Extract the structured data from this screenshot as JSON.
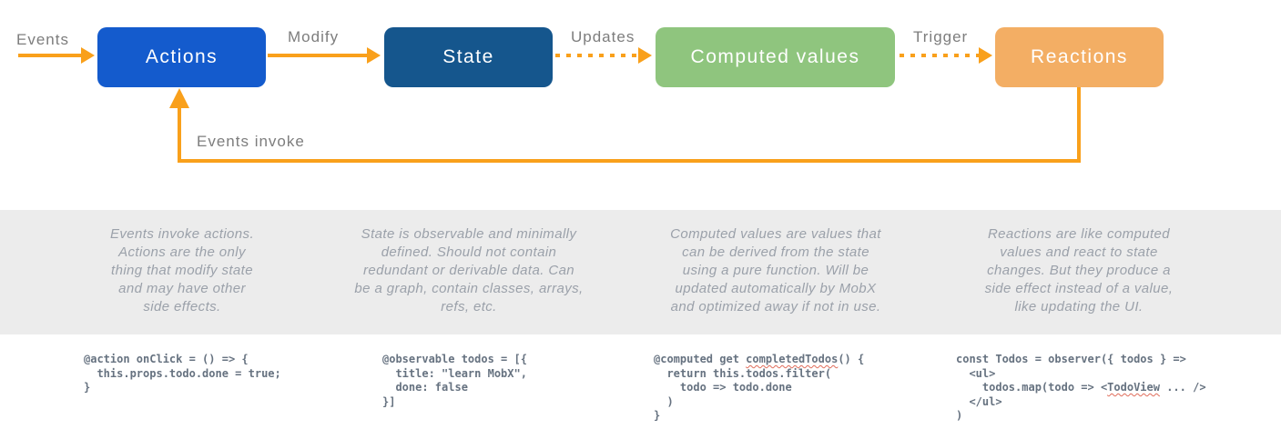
{
  "diagram": {
    "arrow_color": "#F9A01B",
    "labels": {
      "events": "Events",
      "modify": "Modify",
      "updates": "Updates",
      "trigger": "Trigger",
      "events_invoke": "Events invoke"
    },
    "boxes": [
      {
        "label": "Actions",
        "color": "#145BCD"
      },
      {
        "label": "State",
        "color": "#15568D"
      },
      {
        "label": "Computed values",
        "color": "#8FC57E"
      },
      {
        "label": "Reactions",
        "color": "#F3AE64"
      }
    ]
  },
  "descriptions": [
    {
      "lines": [
        "Events invoke actions.",
        "Actions are the only",
        "thing that modify state",
        "and may have other",
        "side effects."
      ]
    },
    {
      "lines": [
        "State is observable and minimally",
        "defined. Should not contain",
        "redundant or derivable data. Can",
        "be a graph, contain classes, arrays,",
        "refs, etc."
      ]
    },
    {
      "lines": [
        "Computed values are values that",
        "can be derived from the state",
        "using a pure function. Will be",
        "updated automatically by MobX",
        "and optimized away if not in use."
      ]
    },
    {
      "lines": [
        "Reactions are like computed",
        "values and react to state",
        "changes. But they produce a",
        "side effect instead of a value,",
        "like updating the UI."
      ]
    }
  ],
  "code_blocks": [
    {
      "lines": [
        [
          {
            "t": "@action onClick = () => {"
          }
        ],
        [
          {
            "t": "  this.props.todo.done = true;"
          }
        ],
        [
          {
            "t": "}"
          }
        ]
      ]
    },
    {
      "lines": [
        [
          {
            "t": "@observable todos = [{"
          }
        ],
        [
          {
            "t": "  title: \"learn MobX\","
          }
        ],
        [
          {
            "t": "  done: false"
          }
        ],
        [
          {
            "t": "}]"
          }
        ]
      ]
    },
    {
      "lines": [
        [
          {
            "t": "@computed get "
          },
          {
            "t": "completedTodos",
            "sq": true
          },
          {
            "t": "() {"
          }
        ],
        [
          {
            "t": "  return this.todos.filter("
          }
        ],
        [
          {
            "t": "    todo => todo.done"
          }
        ],
        [
          {
            "t": "  )"
          }
        ],
        [
          {
            "t": "}"
          }
        ]
      ]
    },
    {
      "lines": [
        [
          {
            "t": "const Todos = observer({ todos } =>"
          }
        ],
        [
          {
            "t": "  <ul>"
          }
        ],
        [
          {
            "t": "    todos.map(todo => <"
          },
          {
            "t": "TodoView",
            "sq": true
          },
          {
            "t": " ... />"
          }
        ],
        [
          {
            "t": "  </ul>"
          }
        ],
        [
          {
            "t": ")"
          }
        ]
      ]
    }
  ]
}
